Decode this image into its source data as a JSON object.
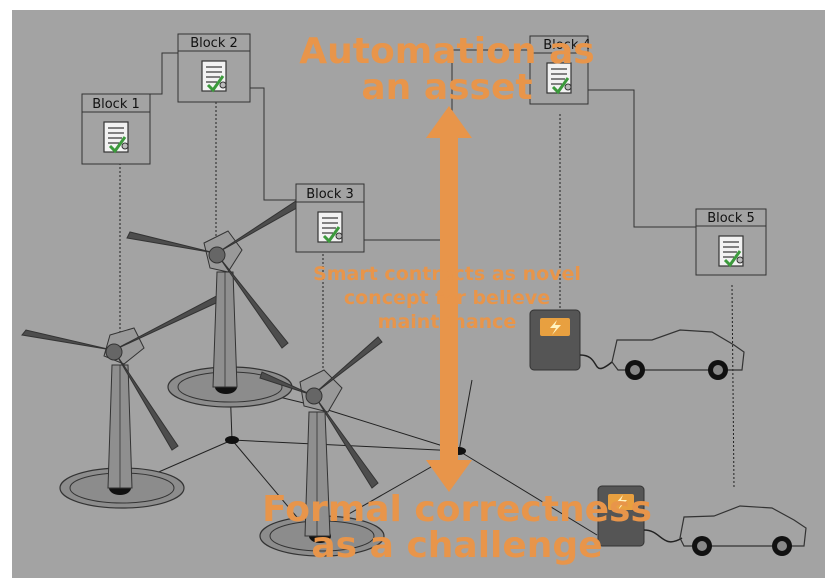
{
  "blocks": [
    {
      "label": "Block 1"
    },
    {
      "label": "Block 2"
    },
    {
      "label": "Block 3"
    },
    {
      "label": "Block 4"
    },
    {
      "label": "Block 5"
    }
  ],
  "captions": {
    "top": "Automation as\nan asset",
    "middle": "Smart contracts as novel\nconcept for believe\nmaintenance",
    "bottom": "Formal correctness\nas a challenge"
  },
  "icons": {
    "block_document": "contract-document-icon",
    "check": "green-checkmark-icon",
    "turbine": "wind-turbine-icon",
    "charger": "charging-station-icon",
    "car": "electric-car-icon"
  },
  "colors": {
    "background": "#a3a3a3",
    "accent": "#e8954a",
    "check": "#3c9a3c",
    "charger": "#555555",
    "lightning": "#e8a040"
  }
}
